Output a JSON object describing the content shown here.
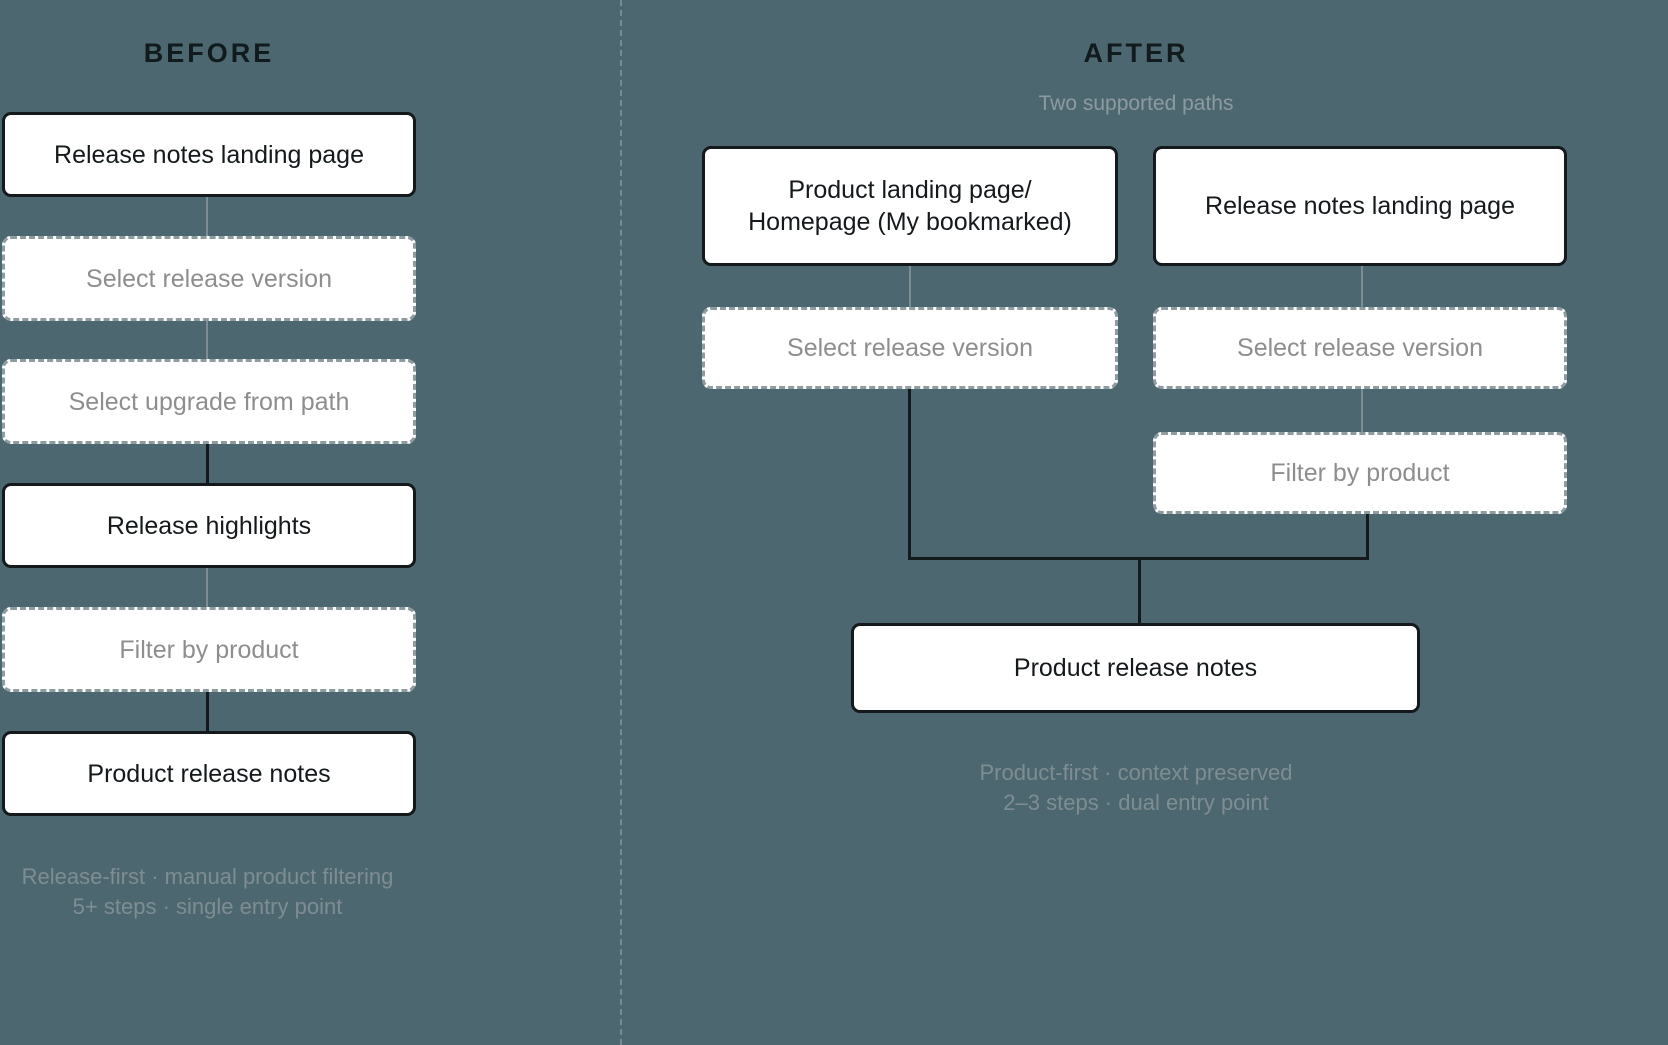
{
  "theme": {
    "background": "#4d6770",
    "solid_border": "#14191b",
    "solid_text": "#14191b",
    "dashed_border": "#8e9b9f",
    "dashed_text": "#8e8e8e",
    "muted_text": "#7e8d92",
    "connector_strong": "#14191b",
    "connector_muted": "#7e8d92",
    "node_fill": "#ffffff",
    "divider": "#9aa9ad"
  },
  "before": {
    "title": "BEFORE",
    "nodes": [
      {
        "label": "Release notes landing page",
        "style": "solid"
      },
      {
        "label": "Select release version",
        "style": "dashed"
      },
      {
        "label": "Select upgrade from path",
        "style": "dashed"
      },
      {
        "label": "Release highlights",
        "style": "solid"
      },
      {
        "label": "Filter by product",
        "style": "dashed"
      },
      {
        "label": "Product release notes",
        "style": "solid"
      }
    ],
    "caption_line1": "Release-first · manual product filtering",
    "caption_line2": "5+ steps · single entry point"
  },
  "after": {
    "title": "AFTER",
    "subtitle": "Two supported paths",
    "path_left": [
      {
        "label_line1": "Product landing page/",
        "label_line2": "Homepage (My bookmarked)",
        "style": "solid"
      },
      {
        "label": "Select release version",
        "style": "dashed"
      }
    ],
    "path_right": [
      {
        "label": "Release notes landing page",
        "style": "solid"
      },
      {
        "label": "Select release version",
        "style": "dashed"
      },
      {
        "label": "Filter by product",
        "style": "dashed"
      }
    ],
    "merge_node": {
      "label": "Product release notes",
      "style": "solid"
    },
    "caption_line1": "Product-first · context preserved",
    "caption_line2": "2–3 steps · dual entry point"
  }
}
